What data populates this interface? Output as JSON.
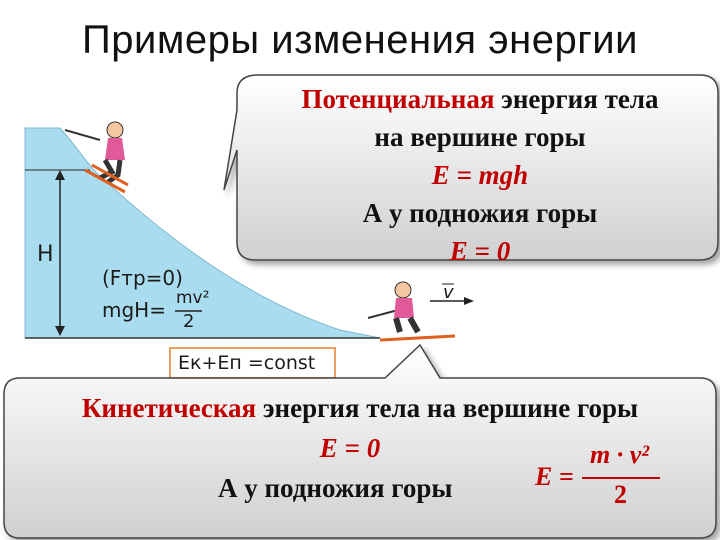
{
  "title": "Примеры изменения энергии",
  "top_callout": {
    "kind_word": "Потенциальная",
    "line1_rest": " энергия тела",
    "line2": "на вершине горы",
    "formula": "E = mgh",
    "line4": "А у подножия горы",
    "formula2": "E = 0"
  },
  "bottom_callout": {
    "kind_word": "Кинетическая",
    "line1_rest": " энергия тела на вершине горы",
    "formula": "E = 0",
    "line3": "А у подножия горы",
    "frac_lhs": "E =",
    "frac_num": "m · v²",
    "frac_den": "2"
  },
  "slope_labels": {
    "height": "H",
    "friction": "(Fтр=0)",
    "mgH": "mgH=",
    "mv2_num": "mv²",
    "mv2_den": "2",
    "velocity": "v",
    "const_box": "Eк+Eп =const"
  },
  "colors": {
    "accent": "#c00000",
    "slope": "#a9dcee",
    "callout_border": "#444444",
    "const_box_border": "#e8a060"
  }
}
